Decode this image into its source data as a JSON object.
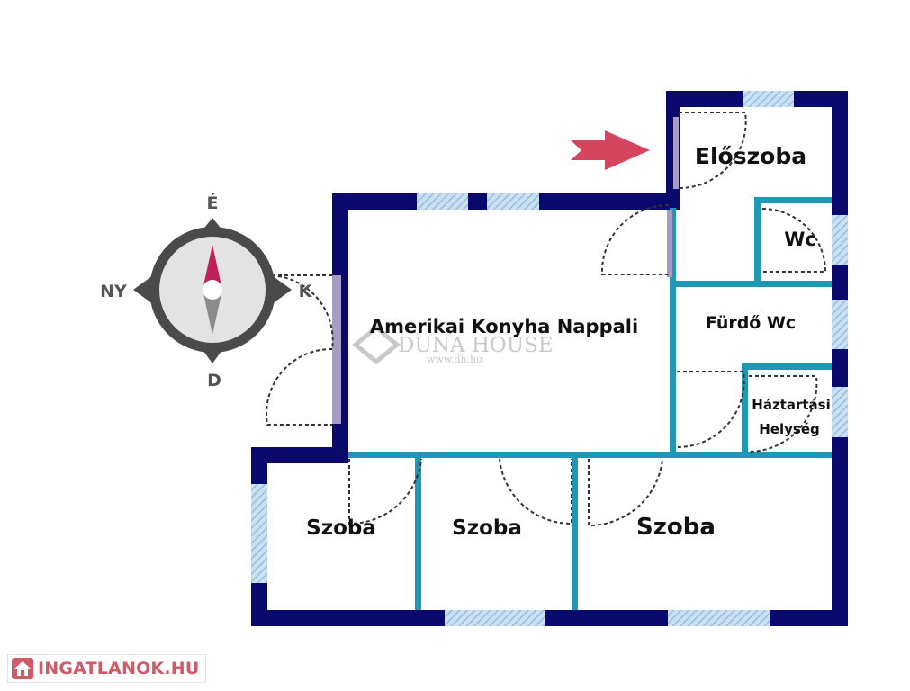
{
  "rooms": {
    "eloszoba": "Előszoba",
    "wc": "Wc",
    "nappali": "Amerikai Konyha Nappali",
    "furdo": "Fürdő Wc",
    "haztartasi_1": "Háztartási",
    "haztartasi_2": "Helység",
    "szoba_1": "Szoba",
    "szoba_2": "Szoba",
    "szoba_3": "Szoba"
  },
  "compass": {
    "north": "É",
    "south": "D",
    "east": "K",
    "west": "NY"
  },
  "watermark": {
    "brand": "DUNA HOUSE",
    "url": "www.dh.hu"
  },
  "footer": {
    "logo_text": "INGATLANOK.HU"
  },
  "colors": {
    "outer_wall": "#0a0a6e",
    "inner_wall": "#1e98b4",
    "window": "#a9cde6",
    "door_frame": "#a79bc4",
    "entry_arrow": "#d6455e",
    "compass_needle_north": "#c0205a",
    "compass_needle_south": "#8c8c8c",
    "logo": "#d05a68"
  },
  "icons": [
    "compass-icon",
    "entrance-arrow-icon",
    "house-logo-icon"
  ]
}
